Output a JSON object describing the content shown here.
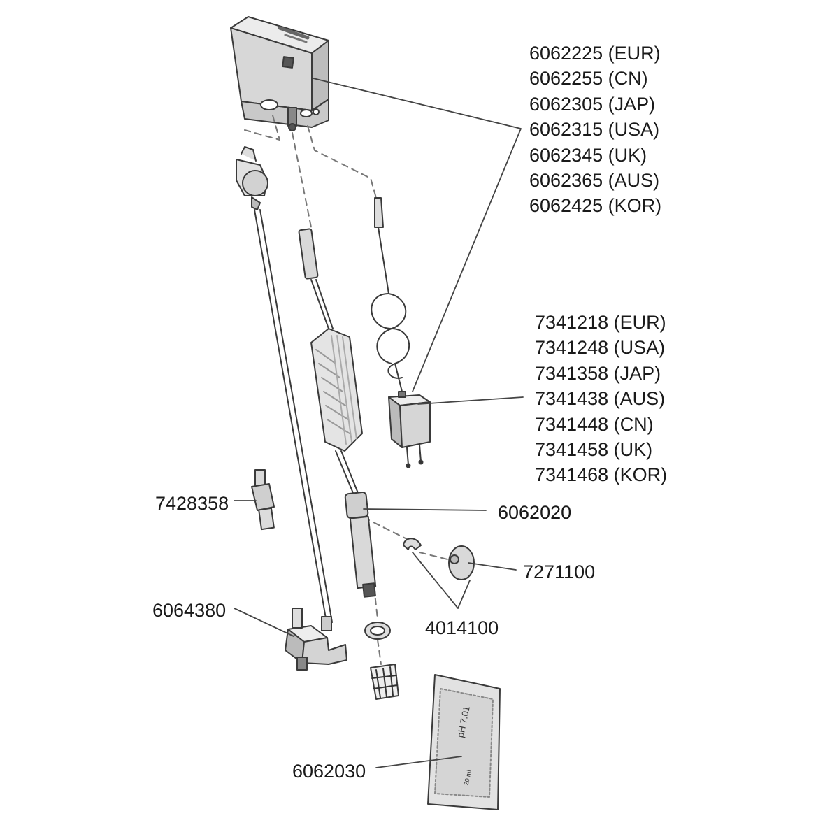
{
  "colors": {
    "ink": "#3a3a3a",
    "body_fill": "#d9d9d9",
    "body_dark": "#a8a8a8",
    "leader": "#444444",
    "text": "#1a1a1a"
  },
  "parts": {
    "controller": {
      "codes": [
        "6062225 (EUR)",
        "6062255 (CN)",
        "6062305 (JAP)",
        "6062315 (USA)",
        "6062345 (UK)",
        "6062365 (AUS)",
        "6062425 (KOR)"
      ]
    },
    "power_supply": {
      "codes": [
        "7341218 (EUR)",
        "7341248 (USA)",
        "7341358 (JAP)",
        "7341438 (AUS)",
        "7341448 (CN)",
        "7341458 (UK)",
        "7341468 (KOR)"
      ]
    },
    "adapter": "7428358",
    "ph_electrode": "6062020",
    "suction_cup": "7271100",
    "clip": "4014100",
    "solenoid_valve": "6064380",
    "buffer_solution": "6062030",
    "pouch_text": "pH 7.01",
    "pouch_volume": "20 ml"
  }
}
